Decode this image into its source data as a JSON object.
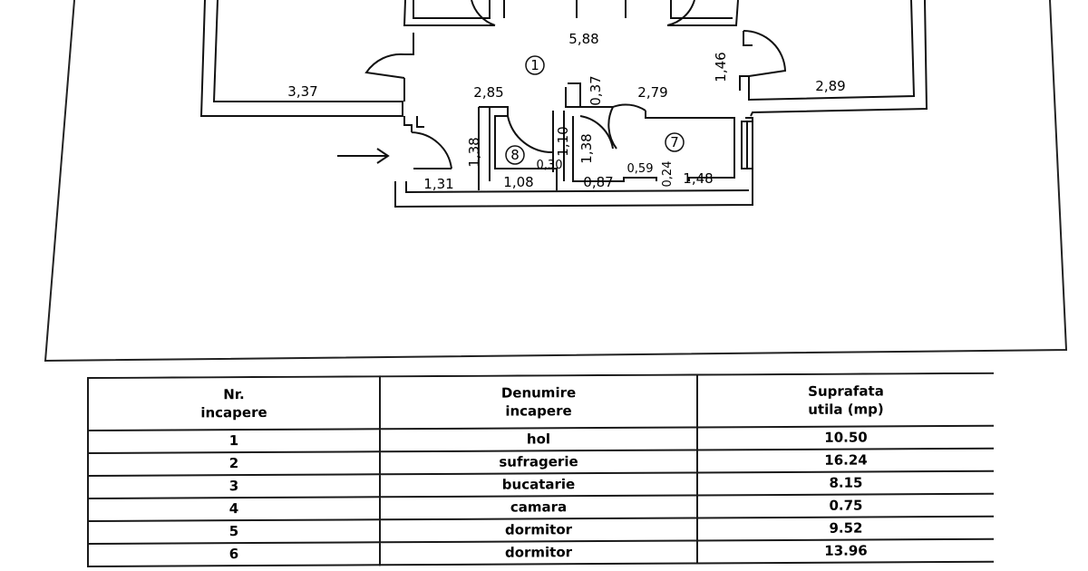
{
  "plan": {
    "dimensions": {
      "top_center": "5,88",
      "left_room": "3,37",
      "right_room": "2,89",
      "hall_left": "2,85",
      "hall_mid": "0,37",
      "hall_right": "2,79",
      "right_wall": "1,46",
      "entry_height": "1,38",
      "entry_width": "1,31",
      "room8_width": "1,08",
      "room8_small": "0,30",
      "room8_door": "1,10",
      "room7_height": "1,38",
      "room7_width_a": "0,87",
      "room7_notch": "0,59",
      "room7_notch_h": "0,24",
      "room7_width_b": "1,48"
    },
    "room_numbers": {
      "hall": "1",
      "room8": "8",
      "room7": "7"
    }
  },
  "table": {
    "headers": [
      [
        "Nr.",
        "incapere"
      ],
      [
        "Denumire",
        "incapere"
      ],
      [
        "Suprafata",
        "utila  (mp)"
      ]
    ],
    "rows": [
      [
        "1",
        "hol",
        "10.50"
      ],
      [
        "2",
        "sufragerie",
        "16.24"
      ],
      [
        "3",
        "bucatarie",
        "8.15"
      ],
      [
        "4",
        "camara",
        "0.75"
      ],
      [
        "5",
        "dormitor",
        "9.52"
      ],
      [
        "6",
        "dormitor",
        "13.96"
      ]
    ]
  }
}
